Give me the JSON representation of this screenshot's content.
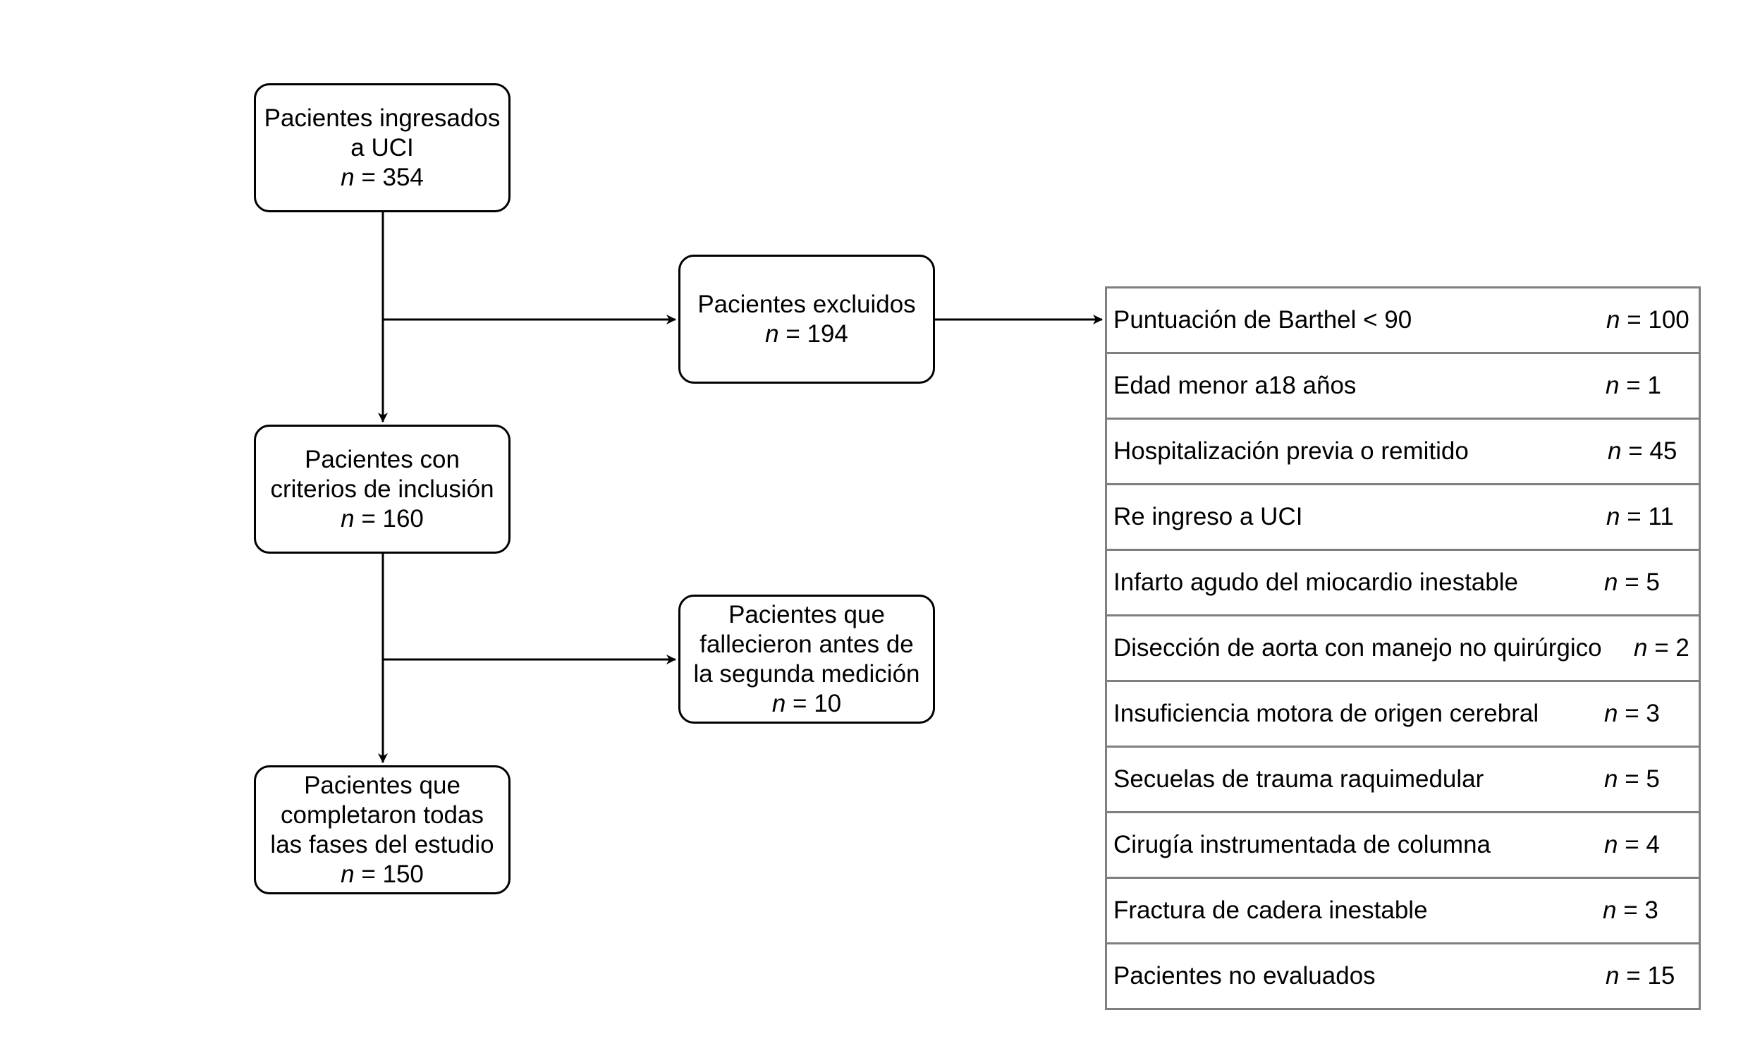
{
  "nodes": {
    "admitted": {
      "lines": [
        "Pacientes ingresados",
        "a UCI"
      ],
      "n_symbol": "n",
      "n_value": "= 354"
    },
    "excluded": {
      "lines": [
        "Pacientes excluidos"
      ],
      "n_symbol": "n",
      "n_value": "= 194"
    },
    "inclusion": {
      "lines": [
        "Pacientes con",
        "criterios de inclusión"
      ],
      "n_symbol": "n",
      "n_value": "= 160"
    },
    "deceased": {
      "lines": [
        "Pacientes que",
        "fallecieron antes de",
        "la segunda medición"
      ],
      "n_symbol": "n",
      "n_value": "= 10"
    },
    "completed": {
      "lines": [
        "Pacientes que",
        "completaron todas",
        "las fases del estudio"
      ],
      "n_symbol": "n",
      "n_value": "= 150"
    }
  },
  "exclusion_reasons": [
    {
      "label": "Puntuación de Barthel < 90",
      "n_symbol": "n",
      "n_value": "= 100"
    },
    {
      "label": "Edad menor a18 años",
      "n_symbol": "n",
      "n_value": "= 1"
    },
    {
      "label": "Hospitalización previa o remitido",
      "n_symbol": "n",
      "n_value": "= 45"
    },
    {
      "label": "Re ingreso a UCI",
      "n_symbol": "n",
      "n_value": "= 11"
    },
    {
      "label": "Infarto agudo del miocardio inestable",
      "n_symbol": "n",
      "n_value": "= 5"
    },
    {
      "label": "Disección de aorta con manejo no quirúrgico",
      "n_symbol": "n",
      "n_value": "= 2"
    },
    {
      "label": "Insuficiencia motora de origen cerebral",
      "n_symbol": "n",
      "n_value": "= 3"
    },
    {
      "label": "Secuelas de trauma raquimedular",
      "n_symbol": "n",
      "n_value": "= 5"
    },
    {
      "label": "Cirugía instrumentada de columna",
      "n_symbol": "n",
      "n_value": "= 4"
    },
    {
      "label": "Fractura de cadera inestable",
      "n_symbol": "n",
      "n_value": "= 3"
    },
    {
      "label": "Pacientes no evaluados",
      "n_symbol": "n",
      "n_value": "= 15"
    }
  ]
}
